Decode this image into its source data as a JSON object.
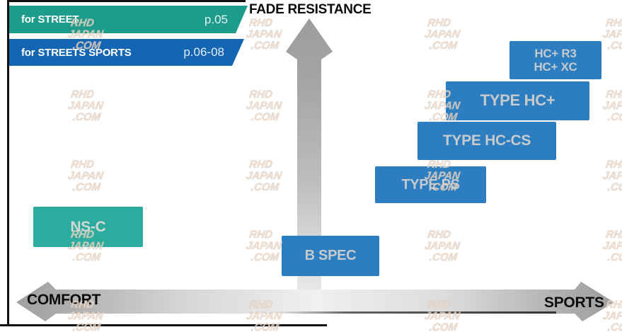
{
  "legend": {
    "items": [
      {
        "label": "for STREET",
        "page": "p.05",
        "color": "#1d9c8b"
      },
      {
        "label": "for STREETS SPORTS",
        "page": "p.06-08",
        "color": "#1566b2"
      }
    ]
  },
  "axes": {
    "y": "FADE RESISTANCE",
    "x_left": "COMFORT",
    "x_right": "SPORTS"
  },
  "products": {
    "nsc": "NS-C",
    "bspec": "B SPEC",
    "typeps": "TYPE PS",
    "typehccs": "TYPE HC-CS",
    "typehcplus": "TYPE HC+",
    "hcpr3_line1": "HC+ R3",
    "hcpr3_line2": "HC+ XC"
  },
  "watermark": {
    "lines": [
      "RHD",
      "JAPAN",
      ".COM"
    ]
  },
  "colors": {
    "teal_legend": "#1d9c8b",
    "blue_legend": "#1566b2",
    "blue_box": "#2c7ec1",
    "teal_box": "#2cac9e",
    "arrow_gray": "#a8a8a8",
    "box_text": "#c6cacd",
    "line_black": "#101010"
  },
  "chart_data": {
    "type": "scatter",
    "title": "",
    "xlabel": "COMFORT (left) to SPORTS (right)",
    "ylabel": "FADE RESISTANCE",
    "xlim": [
      0,
      1
    ],
    "ylim": [
      0,
      1
    ],
    "grid": false,
    "legend_position": "top-left",
    "series": [
      {
        "name": "for STREET",
        "color": "#1d9c8b",
        "points": [
          {
            "label": "NS-C",
            "x": 0.12,
            "y": 0.27
          }
        ]
      },
      {
        "name": "for STREETS SPORTS",
        "color": "#2c7ec1",
        "points": [
          {
            "label": "B SPEC",
            "x": 0.52,
            "y": 0.18
          },
          {
            "label": "TYPE PS",
            "x": 0.68,
            "y": 0.41
          },
          {
            "label": "TYPE HC-CS",
            "x": 0.77,
            "y": 0.55
          },
          {
            "label": "TYPE HC+",
            "x": 0.82,
            "y": 0.68
          },
          {
            "label": "HC+ R3 / HC+ XC",
            "x": 0.88,
            "y": 0.81
          }
        ]
      }
    ]
  }
}
